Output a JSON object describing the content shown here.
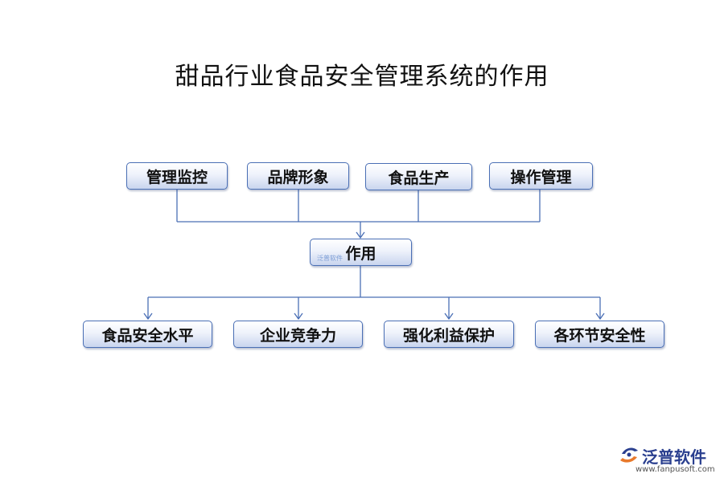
{
  "title": "甜品行业食品安全管理系统的作用",
  "top_nodes": [
    "管理监控",
    "品牌形象",
    "食品生产",
    "操作管理"
  ],
  "center_node": "作用",
  "center_watermark": "泛普软件",
  "bottom_nodes": [
    "食品安全水平",
    "企业竞争力",
    "强化利益保护",
    "各环节安全性"
  ],
  "logo": {
    "name": "泛普软件",
    "url": "www.fanpusoft.com"
  },
  "colors": {
    "line": "#4a6fb5",
    "box_border": "#4a6fb5",
    "box_fill_bottom": "#c9d5ee",
    "logo_orange": "#e8792b",
    "logo_blue": "#2a3f8f"
  }
}
